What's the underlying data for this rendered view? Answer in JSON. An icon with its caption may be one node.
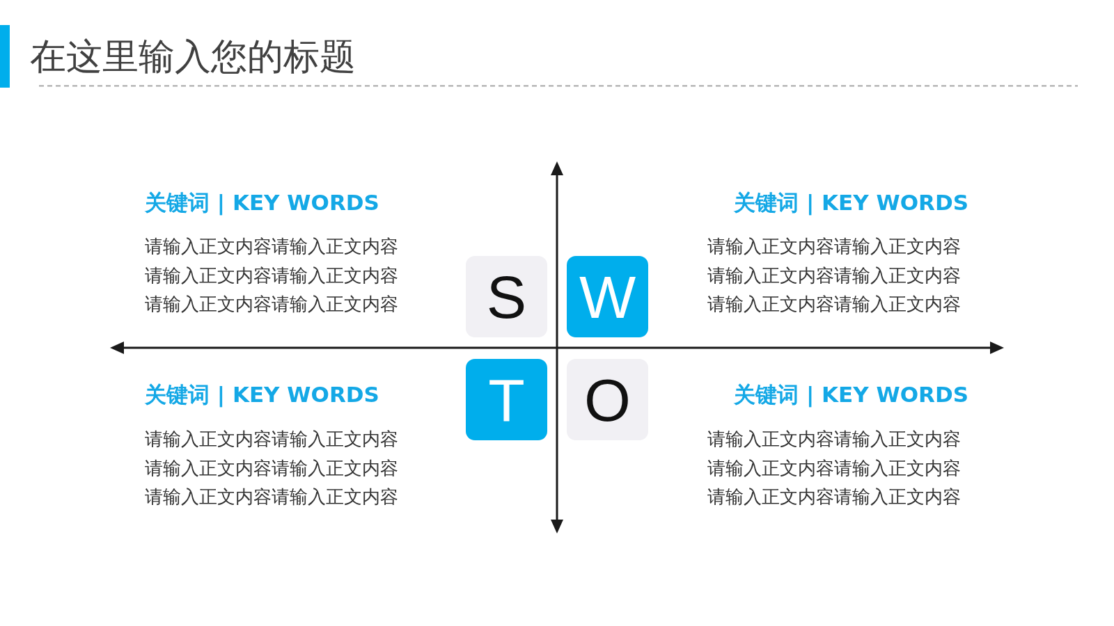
{
  "diagram": {
    "title": "在这里输入您的标题",
    "nodes": [
      {
        "text": [
          "S"
        ]
      },
      {
        "text": [
          "W"
        ]
      },
      {
        "text": [
          "T"
        ]
      },
      {
        "text": [
          "O"
        ]
      }
    ],
    "labels": [
      "关键词 | KEY WORDS",
      "请输入正文内容请输入正文内容请输入正文内容请输入正文内容请输入正文内容请输入正文内容",
      "关键词 | KEY WORDS",
      "请输入正文内容请输入正文内容请输入正文内容请输入正文内容请输入正文内容请输入正文内容",
      "关键词 | KEY WORDS",
      "请输入正文内容请输入正文内容请输入正文内容请输入正文内容请输入正文内容请输入正文内容",
      "关键词 | KEY WORDS",
      "请输入正文内容请输入正文内容请输入正文内容请输入正文内容请输入正文内容请输入正文内容"
    ]
  }
}
